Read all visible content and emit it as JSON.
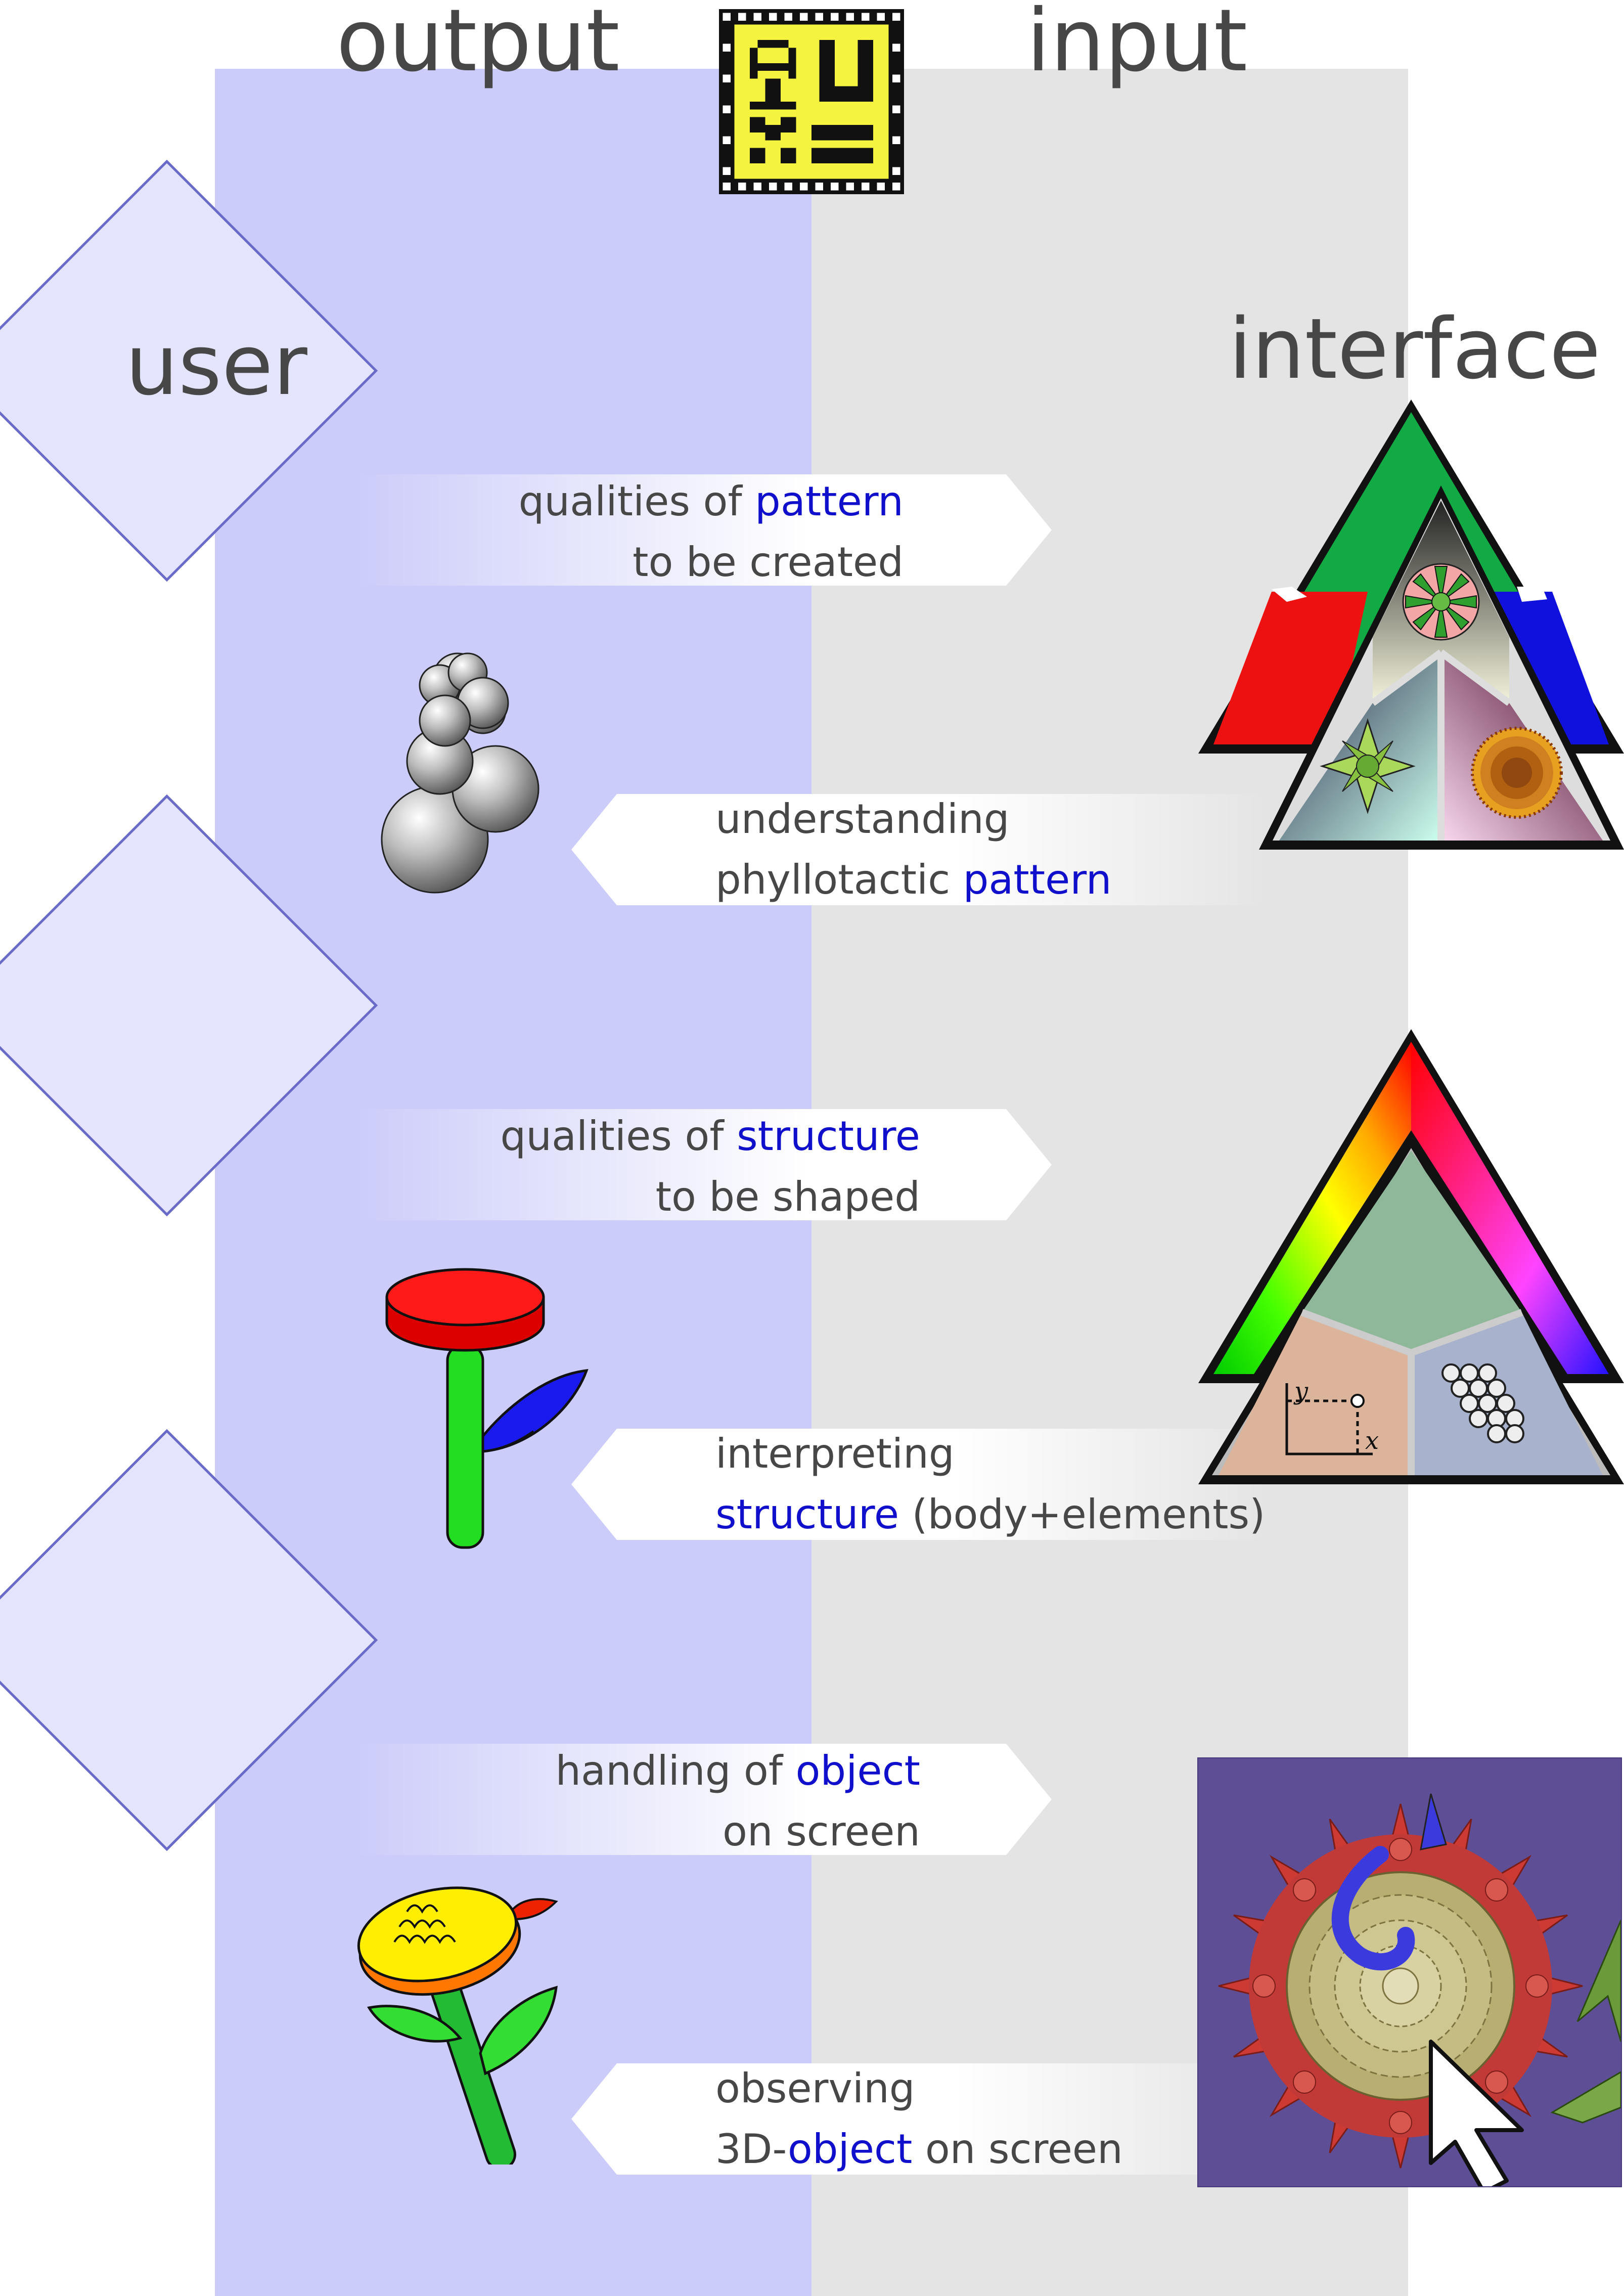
{
  "header": {
    "output_label": "output",
    "input_label": "input"
  },
  "user_label": "user",
  "interface_label": "interface",
  "flows": [
    {
      "direction": "to-interface",
      "line1_a": "qualities of ",
      "line1_b": "pattern",
      "line2_a": "to be created",
      "line2_b": ""
    },
    {
      "direction": "to-user",
      "line1_a": "understanding",
      "line1_b": "",
      "line2_a": "phyllotactic ",
      "line2_b": "pattern"
    },
    {
      "direction": "to-interface",
      "line1_a": "qualities of ",
      "line1_b": "structure",
      "line2_a": "to be shaped",
      "line2_b": ""
    },
    {
      "direction": "to-user",
      "line1_a": "interpreting",
      "line1_b": "",
      "line2_a": "structure",
      "line2_b": " (body+elements)"
    },
    {
      "direction": "to-interface",
      "line1_a": "handling of ",
      "line1_b": "object",
      "line2_a": "on screen",
      "line2_b": ""
    },
    {
      "direction": "to-user",
      "line1_a": "observing",
      "line1_b": "",
      "line2_a": "3D-",
      "line2_b": "object",
      "line2_c": " on screen"
    }
  ],
  "axis_graphic": {
    "y_label": "y",
    "x_label": "x"
  },
  "colors": {
    "output_column": "#ccccfa",
    "input_column": "#e4e4e4",
    "diamond_fill": "#e4e4fc",
    "diamond_border": "#6a6ac8",
    "highlight": "#1010cc"
  }
}
